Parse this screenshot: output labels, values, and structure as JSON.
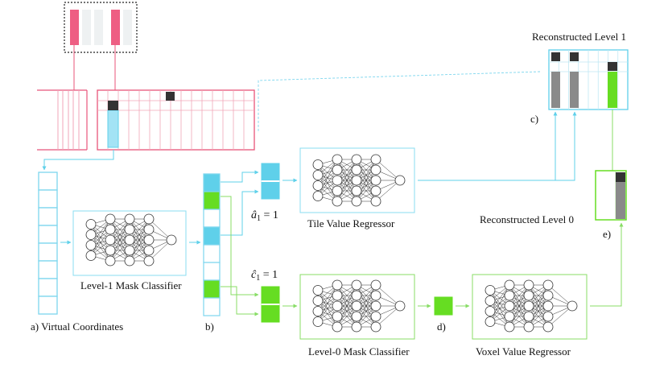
{
  "colors": {
    "pink": "#e8557a",
    "pink_light": "#f0a6b8",
    "pink_solid": "#ee5e83",
    "cyan": "#5fd0ea",
    "cyan_fill": "#a3e3f5",
    "cyan_dashed": "#7dd6ee",
    "green": "#66dd22",
    "green_line": "#88dd66",
    "dark": "#333333",
    "gray_fill": "#8a8a8a",
    "neuron_stroke": "#333333"
  },
  "labels": {
    "reconstructed_level1": "Reconstructed Level 1",
    "reconstructed_level0": "Reconstructed Level 0",
    "virtual_coordinates": "a) Virtual Coordinates",
    "b": "b)",
    "c": "c)",
    "d": "d)",
    "e": "e)",
    "level1_mask_classifier": "Level-1 Mask Classifier",
    "tile_value_regressor": "Tile Value Regressor",
    "level0_mask_classifier": "Level-0 Mask Classifier",
    "voxel_value_regressor": "Voxel Value Regressor",
    "a_hat_prefix": "â",
    "a_hat_sub": "1",
    "a_hat_eq": " = 1",
    "c_hat_prefix": "ĉ",
    "c_hat_sub": "1",
    "c_hat_eq": " = 1"
  }
}
